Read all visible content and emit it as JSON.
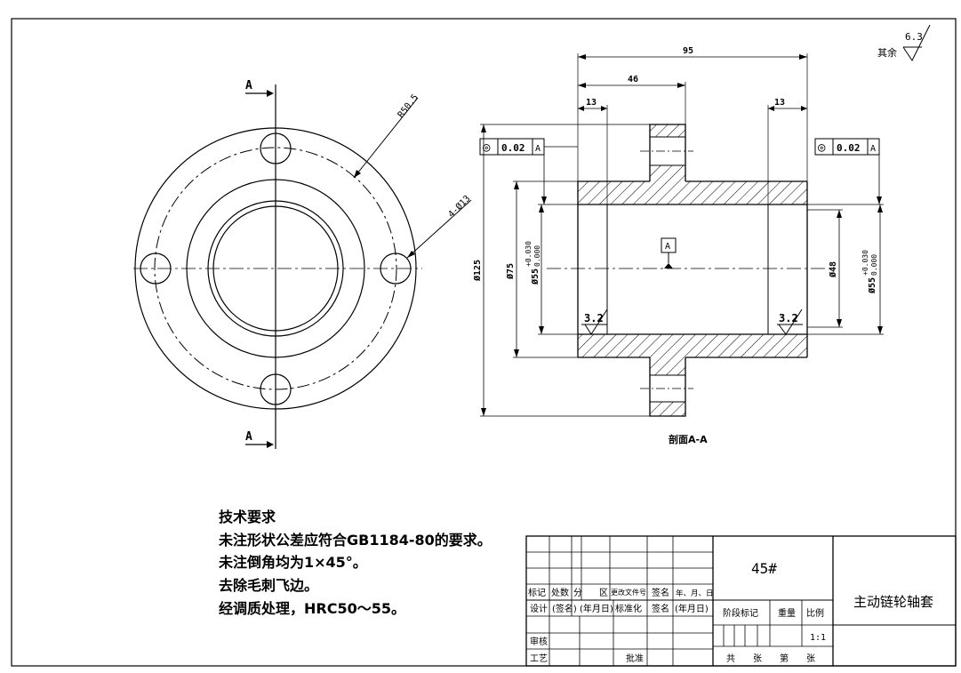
{
  "drawing": {
    "roughness_general_label": "其余",
    "roughness_general_value": "6.3",
    "section_label_left": "A",
    "dims_front": {
      "r_pitch": "R50.5",
      "holes": "4-Ø13"
    },
    "dims_section": {
      "overall_len": "95",
      "hub_len": "46",
      "left_flange": "13",
      "right_flange": "13",
      "od_flange": "Ø125",
      "od_hub": "Ø75",
      "bore_left": "Ø55",
      "bore_left_tol_upper": "+0.030",
      "bore_left_tol_lower": "0.000",
      "bore_right_small": "Ø48",
      "bore_right": "Ø55",
      "bore_right_tol_upper": "+0.030",
      "bore_right_tol_lower": "0.000",
      "roughness_left": "3.2",
      "roughness_right": "3.2",
      "datum": "A"
    },
    "tolerance_frames": [
      {
        "symbol": "◎",
        "value": "0.02",
        "datum": "A"
      },
      {
        "symbol": "◎",
        "value": "0.02",
        "datum": "A"
      }
    ],
    "section_title": "剖面A-A"
  },
  "tech_requirements": {
    "title": "技术要求",
    "lines": [
      "未注形状公差应符合GB1184-80的要求。",
      "未注倒角均为1×45°。",
      "去除毛刺飞边。",
      "经调质处理，HRC50～55。"
    ]
  },
  "title_block": {
    "material": "45#",
    "part_name": "主动链轮轴套",
    "header_row_1": [
      "标记",
      "处数",
      "分",
      "区",
      "更改文件号",
      "签名",
      "年、月、日"
    ],
    "header_row_2": [
      "设计",
      "(签名)",
      "(年月日)",
      "标准化",
      "签名",
      "(年月日)"
    ],
    "stage_label": "阶段标记",
    "weight_label": "重量",
    "scale_label": "比例",
    "scale_value": "1:1",
    "review_label": "审核",
    "process_label": "工艺",
    "approve_label": "批准",
    "total_label": "共",
    "sheets_label": "张",
    "page_label": "第",
    "page_sheets_label": "张"
  }
}
